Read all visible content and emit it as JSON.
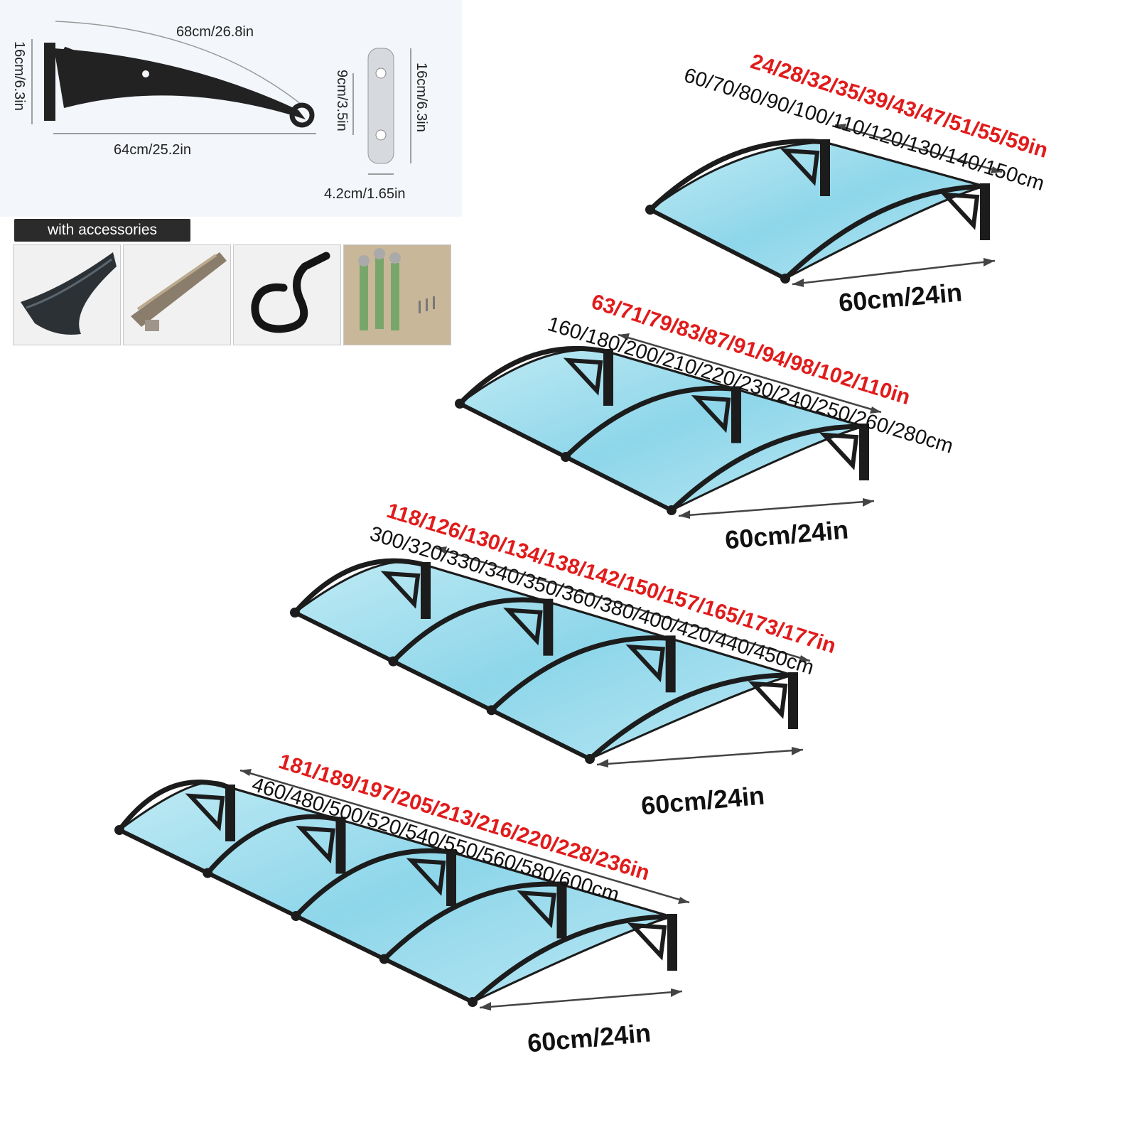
{
  "bracket": {
    "arc_length": "68cm/26.8in",
    "base_length": "64cm/25.2in",
    "height": "16cm/6.3in"
  },
  "plate": {
    "hole_spacing": "9cm/3.5in",
    "height": "16cm/6.3in",
    "width": "4.2cm/1.65in"
  },
  "accessories": {
    "label": "with accessories",
    "items": [
      "gutter-profile-icon",
      "aluminium-rail-icon",
      "rubber-seal-icon",
      "expansion-bolts-icon"
    ]
  },
  "awnings": [
    {
      "sizes_in": "24/28/32/35/39/43/47/51/55/59in",
      "sizes_cm": "60/70/80/90/100/110/120/130/140/150cm",
      "depth": "60cm/24in",
      "brackets": 2
    },
    {
      "sizes_in": "63/71/79/83/87/91/94/98/102/110in",
      "sizes_cm": "160/180/200/210/220/230/240/250/260/280cm",
      "depth": "60cm/24in",
      "brackets": 3
    },
    {
      "sizes_in": "118/126/130/134/138/142/150/157/165/173/177in",
      "sizes_cm": "300/320/330/340/350/360/380/400/420/440/450cm",
      "depth": "60cm/24in",
      "brackets": 4
    },
    {
      "sizes_in": "181/189/197/205/213/216/220/228/236in",
      "sizes_cm": "460/480/500/520/540/550/560/580/600cm",
      "depth": "60cm/24in",
      "brackets": 5
    }
  ],
  "colors": {
    "red_text": "#e11b1b",
    "panel_blue": "#9fdcec",
    "frame": "#1c1c1c"
  }
}
